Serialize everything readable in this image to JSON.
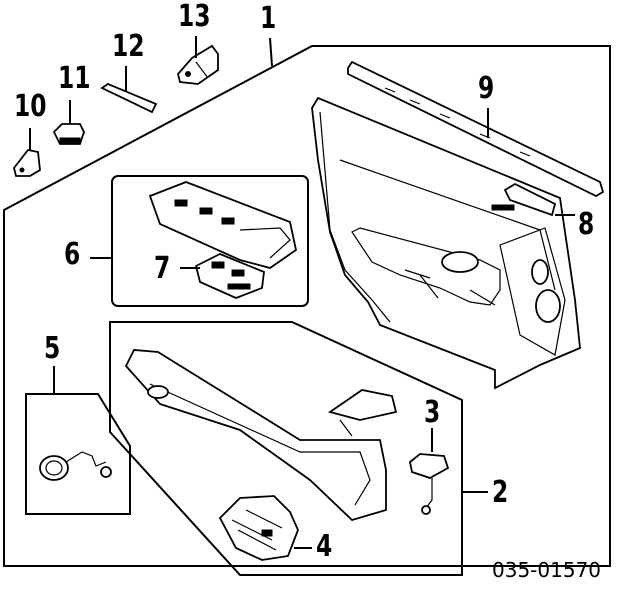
{
  "diagram": {
    "callouts": {
      "c1": "1",
      "c2": "2",
      "c3": "3",
      "c4": "4",
      "c5": "5",
      "c6": "6",
      "c7": "7",
      "c8": "8",
      "c9": "9",
      "c10": "10",
      "c11": "11",
      "c12": "12",
      "c13": "13"
    },
    "reference_code": "035-01570"
  }
}
